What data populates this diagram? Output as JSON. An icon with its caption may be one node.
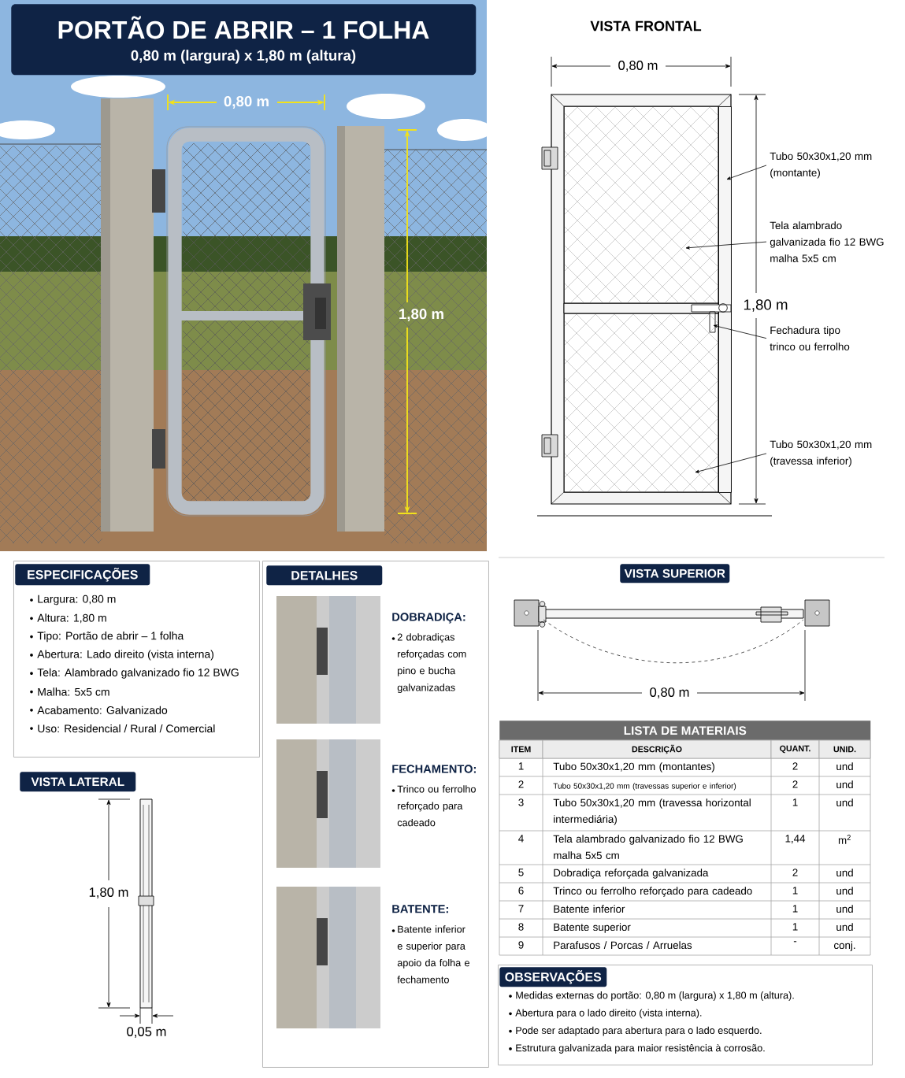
{
  "diagram": {
    "nodes": [
      {
        "text": [
          "PORTÃO DE ABRIR – 1 FOLHA",
          "0,80 m (largura) x 1,80 m (altura)"
        ]
      },
      {
        "text": [
          "Tubo 50x30x1,20 mm (montante)"
        ]
      },
      {
        "text": [
          "Tela alambrado galvanizada fio 12 BWG malha 5x5 cm"
        ]
      },
      {
        "text": [
          "Fechadura tipo trinco ou ferrolho"
        ]
      },
      {
        "text": [
          "Tubo 50x30x1,20 mm (travessa inferior)"
        ]
      },
      {
        "text": [
          "ESPECIFICAÇÕES",
          "Largura: 0,80 m",
          "Altura: 1,80 m",
          "Tipo: Portão de abrir – 1 folha",
          "Abertura: Lado direito (vista interna)",
          "Tela: Alambrado galvanizado fio 12 BWG",
          "Malha: 5x5 cm",
          "Acabamento: Galvanizado",
          "Uso: Residencial / Rural / Comercial"
        ]
      },
      {
        "text": [],
        "shape": "box"
      },
      {
        "text": [
          "DETALHES"
        ],
        "in": 6
      },
      {
        "text": [
          "DOBRADIÇA:",
          "2 dobradiças reforçadas com pino e bucha galvanizadas"
        ],
        "in": 6
      },
      {
        "text": [
          "FECHAMENTO:",
          "Trinco ou ferrolho reforçado para cadeado"
        ],
        "in": 6
      },
      {
        "text": [
          "BATENTE:",
          "Batente inferior e superior para apoio da folha e fechamento"
        ],
        "in": 6
      },
      {
        "text": [
          "VISTA LATERAL"
        ]
      },
      {
        "text": [
          "VISTA SUPERIOR"
        ]
      },
      {
        "text": [
          "LISTA DE MATERIAIS"
        ]
      },
      {
        "text": [
          "OBSERVAÇÕES",
          "Medidas externas do portão: 0,80 m (largura) x 1,80 m (altura).",
          "Abertura para o lado direito (vista interna).",
          "Pode ser adaptado para abertura para o lado esquerdo.",
          "Estrutura galvanizada para maior resistência à corrosão."
        ]
      },
      {
        "text": [],
        "shape": "bar"
      },
      {
        "text": [],
        "shape": "box"
      },
      {
        "text": [],
        "shape": "picture"
      },
      {
        "text": [],
        "shape": "box"
      }
    ],
    "edges": [
      {
        "from": 1,
        "to": 15,
        "arrow": "to"
      },
      {
        "from": 2,
        "to": 16,
        "arrow": "to"
      },
      {
        "from": 3,
        "to": 17,
        "arrow": "to"
      },
      {
        "from": 4,
        "to": 18,
        "arrow": "to"
      }
    ],
    "labels": [
      "0,80 m",
      "1,80 m",
      "VISTA FRONTAL",
      "0,80 m",
      "1,80 m",
      "1,80 m",
      "0,05 m",
      "0,80 m",
      "ITEM",
      "DESCRIÇÃO",
      "QUANT.",
      "UNID.",
      "1",
      "Tubo 50x30x1,20 mm (montantes)",
      "2",
      "und",
      "2",
      "Tubo 50x30x1,20 mm (travessas superior e inferior)",
      "2",
      "und",
      "3",
      "Tubo 50x30x1,20 mm (travessa horizontal intermediária)",
      "1",
      "und",
      "4",
      "Tela alambrado galvanizado fio 12 BWG malha 5x5 cm",
      "1,44",
      "m$^{2}$",
      "5",
      "Dobradiça reforçada galvanizada",
      "2",
      "und",
      "6",
      "Trinco ou ferrolho reforçado para cadeado",
      "1",
      "und",
      "7",
      "Batente inferior",
      "1",
      "und",
      "8",
      "Batente superior",
      "1",
      "und",
      "9",
      "Parafusos / Porcas / Arruelas",
      "-",
      "conj."
    ]
  }
}
